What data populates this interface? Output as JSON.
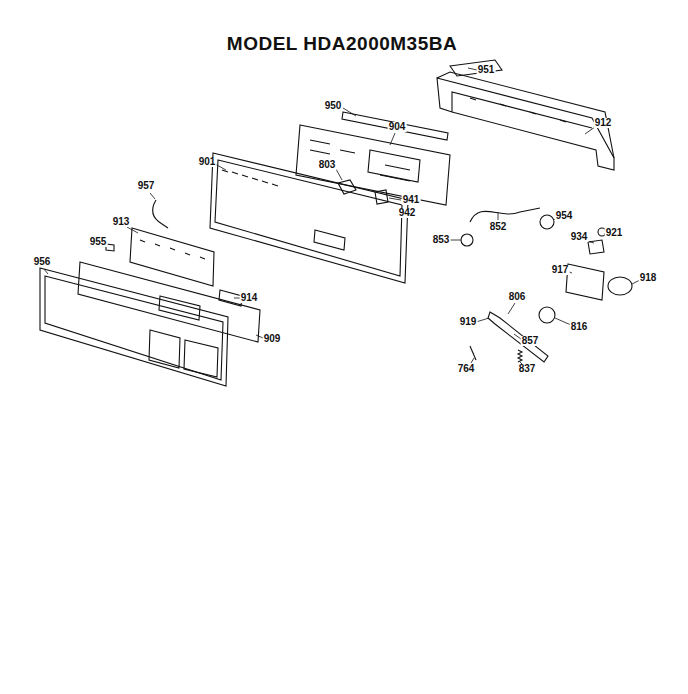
{
  "diagram": {
    "title": "MODEL HDA2000M35BA",
    "labels": [
      "951",
      "950",
      "904",
      "912",
      "901",
      "803",
      "941",
      "942",
      "852",
      "954",
      "957",
      "853",
      "934",
      "921",
      "913",
      "955",
      "917",
      "918",
      "956",
      "914",
      "806",
      "919",
      "816",
      "857",
      "909",
      "764",
      "837"
    ]
  }
}
